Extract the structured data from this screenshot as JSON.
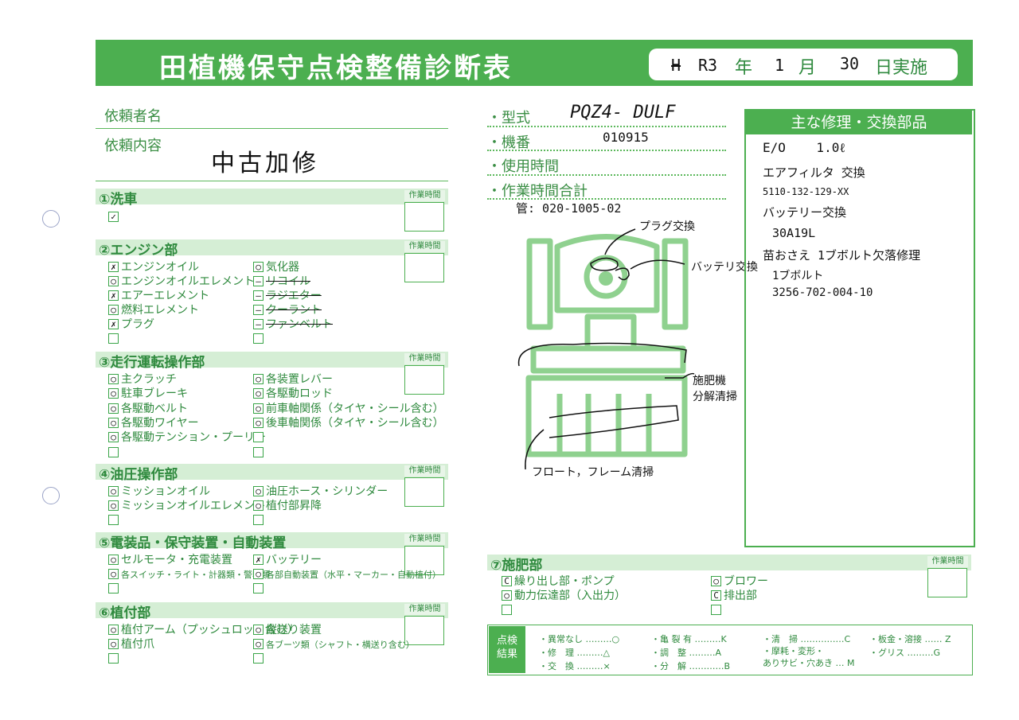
{
  "header": {
    "title": "田植機保守点検整備診断表",
    "date_era": "H",
    "date_year": "R3",
    "year_label": "年",
    "month": "1",
    "month_label": "月",
    "day": "30",
    "day_label": "日実施"
  },
  "request": {
    "requester_label": "依頼者名",
    "content_label": "依頼内容",
    "content_value": "中古加修"
  },
  "machine": {
    "model_label": "・型式",
    "model_value": "PQZ4- DULF",
    "serial_label": "・機番",
    "serial_value": "010915",
    "hours_label": "・使用時間",
    "work_total_label": "・作業時間合計",
    "handwritten_note": "管: 020-1005-02"
  },
  "work_time_label": "作業時間",
  "sections": {
    "s1": {
      "title": "①洗車",
      "left": [
        {
          "label": "",
          "mark": "✓"
        }
      ],
      "right": []
    },
    "s2": {
      "title": "②エンジン部",
      "left": [
        {
          "label": "エンジンオイル",
          "mark": "✗"
        },
        {
          "label": "エンジンオイルエレメント",
          "mark": "○"
        },
        {
          "label": "エアーエレメント",
          "mark": "✗"
        },
        {
          "label": "燃料エレメント",
          "mark": "○"
        },
        {
          "label": "プラグ",
          "mark": "✗"
        },
        {
          "label": "",
          "mark": ""
        }
      ],
      "right": [
        {
          "label": "気化器",
          "mark": "○"
        },
        {
          "label": "リコイル",
          "mark": "—"
        },
        {
          "label": "ラジエター",
          "mark": "—"
        },
        {
          "label": "クーラント",
          "mark": "—"
        },
        {
          "label": "ファンベルト",
          "mark": "—"
        },
        {
          "label": "",
          "mark": ""
        }
      ]
    },
    "s3": {
      "title": "③走行運転操作部",
      "left": [
        {
          "label": "主クラッチ",
          "mark": "○"
        },
        {
          "label": "駐車ブレーキ",
          "mark": "○"
        },
        {
          "label": "各駆動ベルト",
          "mark": "○"
        },
        {
          "label": "各駆動ワイヤー",
          "mark": "○"
        },
        {
          "label": "各駆動テンション・プーリー",
          "mark": "○"
        },
        {
          "label": "",
          "mark": ""
        }
      ],
      "right": [
        {
          "label": "各装置レバー",
          "mark": "○"
        },
        {
          "label": "各駆動ロッド",
          "mark": "○"
        },
        {
          "label": "前車軸関係（タイヤ・シール含む）",
          "mark": "○"
        },
        {
          "label": "後車軸関係（タイヤ・シール含む）",
          "mark": "○"
        },
        {
          "label": "",
          "mark": ""
        },
        {
          "label": "",
          "mark": ""
        }
      ]
    },
    "s4": {
      "title": "④油圧操作部",
      "left": [
        {
          "label": "ミッションオイル",
          "mark": "○"
        },
        {
          "label": "ミッションオイルエレメント",
          "mark": "○"
        },
        {
          "label": "",
          "mark": ""
        }
      ],
      "right": [
        {
          "label": "油圧ホース・シリンダー",
          "mark": "○"
        },
        {
          "label": "植付部昇降",
          "mark": "○"
        },
        {
          "label": "",
          "mark": ""
        }
      ]
    },
    "s5": {
      "title": "⑤電装品・保守装置・自動装置",
      "left": [
        {
          "label": "セルモータ・充電装置",
          "mark": "○"
        },
        {
          "label": "各スイッチ・ライト・計器類・警報類",
          "mark": "○"
        },
        {
          "label": "",
          "mark": ""
        }
      ],
      "right": [
        {
          "label": "バッテリー",
          "mark": "✗"
        },
        {
          "label": "各部自動装置（水平・マーカー・自動植付）",
          "mark": "○"
        },
        {
          "label": "",
          "mark": ""
        }
      ]
    },
    "s6": {
      "title": "⑥植付部",
      "left": [
        {
          "label": "植付アーム（プッシュロッド含む）",
          "mark": "○"
        },
        {
          "label": "植付爪",
          "mark": "○"
        },
        {
          "label": "",
          "mark": ""
        }
      ],
      "right": [
        {
          "label": "縦送り装置",
          "mark": "○"
        },
        {
          "label": "各ブーツ類（シャフト・横送り含む）",
          "mark": "○"
        },
        {
          "label": "",
          "mark": ""
        }
      ]
    },
    "s7": {
      "title": "⑦施肥部",
      "left": [
        {
          "label": "繰り出し部・ポンプ",
          "mark": "C"
        },
        {
          "label": "動力伝達部（入出力）",
          "mark": "○"
        },
        {
          "label": "",
          "mark": ""
        }
      ],
      "right": [
        {
          "label": "ブロワー",
          "mark": "○"
        },
        {
          "label": "排出部",
          "mark": "C"
        },
        {
          "label": "",
          "mark": ""
        }
      ]
    }
  },
  "diagram_notes": {
    "plug": "プラグ交換",
    "battery": "バッテリ交換",
    "fertilizer": "施肥機\n分解清掃",
    "float": "フロート，フレーム清掃"
  },
  "parts": {
    "title": "主な修理・交換部品",
    "lines": [
      "E/O    1.0ℓ",
      "エアフィルタ 交換",
      "5110-132-129-XX",
      "バッテリー交換",
      "30A19L",
      "苗おさえ  1ブボルト欠落修理",
      "1ブボルト",
      "3256-702-004-10"
    ]
  },
  "legend": {
    "label": "点検\n結果",
    "items": [
      "・異常なし ………○",
      "・修　理 ………△",
      "・交　換 ………×",
      "・亀 裂 有 ………K",
      "・調　整 ………A",
      "・分　解 …………B",
      "・清　掃 ……………C",
      "・摩耗・変形・",
      "ありサビ・穴あき … M",
      "・板金・溶接 …… Z",
      "・グリス ………G"
    ]
  }
}
